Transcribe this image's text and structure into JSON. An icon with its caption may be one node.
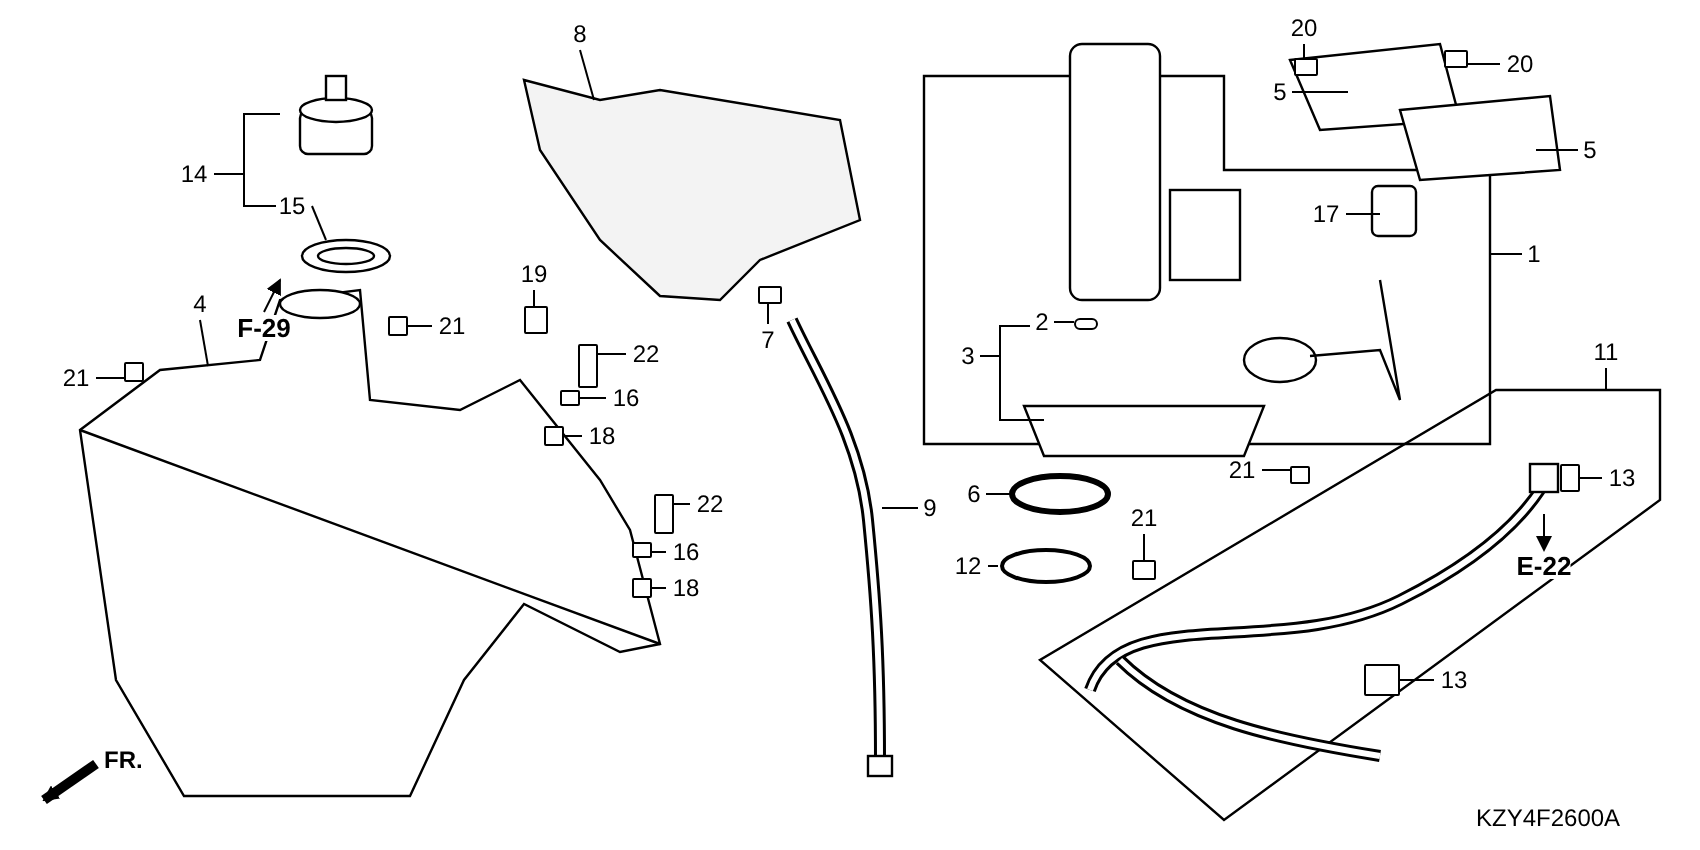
{
  "diagram": {
    "nodes": [
      {
        "text": [
          "8"
        ]
      },
      {
        "text": [
          "14"
        ]
      },
      {
        "text": [
          "15"
        ]
      },
      {
        "text": [
          "20"
        ]
      },
      {
        "text": [
          "20"
        ]
      },
      {
        "text": [
          "5"
        ]
      },
      {
        "text": [
          "5"
        ]
      },
      {
        "text": [
          "17"
        ]
      },
      {
        "text": [
          "1"
        ]
      },
      {
        "text": [
          "F-29"
        ]
      },
      {
        "text": [
          "19"
        ]
      },
      {
        "text": [
          "21"
        ]
      },
      {
        "text": [
          "4"
        ]
      },
      {
        "text": [
          "22"
        ]
      },
      {
        "text": [
          "16"
        ]
      },
      {
        "text": [
          "18"
        ]
      },
      {
        "text": [
          "7"
        ]
      },
      {
        "text": [
          "2"
        ]
      },
      {
        "text": [
          "3"
        ]
      },
      {
        "text": [
          "21"
        ]
      },
      {
        "text": [
          "11"
        ]
      },
      {
        "text": [
          "21"
        ]
      },
      {
        "text": [
          "13"
        ]
      },
      {
        "text": [
          "E-22"
        ]
      },
      {
        "text": [
          "6"
        ]
      },
      {
        "text": [
          "9"
        ]
      },
      {
        "text": [
          "22"
        ]
      },
      {
        "text": [
          "16"
        ]
      },
      {
        "text": [
          "18"
        ]
      },
      {
        "text": [
          "12"
        ]
      },
      {
        "text": [
          "21"
        ]
      },
      {
        "text": [
          "13"
        ]
      },
      {
        "text": [],
        "shape": "box"
      },
      {
        "text": [],
        "shape": "box"
      },
      {
        "text": [],
        "shape": "box"
      },
      {
        "text": [],
        "shape": "box"
      },
      {
        "text": [],
        "shape": "box"
      },
      {
        "text": [],
        "shape": "box"
      },
      {
        "text": [],
        "shape": "box"
      },
      {
        "text": [],
        "shape": "box"
      },
      {
        "text": [],
        "shape": "circle"
      },
      {
        "text": [],
        "shape": "box"
      },
      {
        "text": [],
        "shape": "box"
      },
      {
        "text": [],
        "shape": "box"
      },
      {
        "text": [],
        "shape": "box"
      },
      {
        "text": [],
        "shape": "box"
      },
      {
        "text": [],
        "shape": "box"
      },
      {
        "text": [],
        "shape": "box"
      },
      {
        "text": [],
        "shape": "box"
      }
    ],
    "edges": [
      {
        "from": 0,
        "to": null,
        "arrow": "none"
      },
      {
        "from": 1,
        "to": null,
        "arrow": "none"
      },
      {
        "from": 2,
        "to": null,
        "arrow": "none"
      },
      {
        "from": 3,
        "to": 32,
        "arrow": "none"
      },
      {
        "from": 4,
        "to": 33,
        "arrow": "none"
      },
      {
        "from": 5,
        "to": null,
        "arrow": "none"
      },
      {
        "from": 6,
        "to": null,
        "arrow": "none"
      },
      {
        "from": 7,
        "to": null,
        "arrow": "none"
      },
      {
        "from": 8,
        "to": null,
        "arrow": "none"
      },
      {
        "from": 9,
        "to": null,
        "arrow": "to"
      },
      {
        "from": 10,
        "to": 34,
        "arrow": "none"
      },
      {
        "from": 11,
        "to": 35,
        "arrow": "none"
      },
      {
        "from": 12,
        "to": null,
        "arrow": "none"
      },
      {
        "from": 13,
        "to": 36,
        "arrow": "none"
      },
      {
        "from": 14,
        "to": 37,
        "arrow": "none"
      },
      {
        "from": 15,
        "to": 38,
        "arrow": "none"
      },
      {
        "from": 16,
        "to": 39,
        "arrow": "none"
      },
      {
        "from": 17,
        "to": 40,
        "arrow": "none"
      },
      {
        "from": 18,
        "to": null,
        "arrow": "none"
      },
      {
        "from": 19,
        "to": 41,
        "arrow": "none"
      },
      {
        "from": 20,
        "to": null,
        "arrow": "none"
      },
      {
        "from": 21,
        "to": 42,
        "arrow": "none"
      },
      {
        "from": 22,
        "to": 43,
        "arrow": "none"
      },
      {
        "from": null,
        "to": 23,
        "arrow": "to"
      },
      {
        "from": 24,
        "to": null,
        "arrow": "none"
      },
      {
        "from": 25,
        "to": null,
        "arrow": "none"
      },
      {
        "from": 26,
        "to": 44,
        "arrow": "none"
      },
      {
        "from": 27,
        "to": 45,
        "arrow": "none"
      },
      {
        "from": 28,
        "to": 46,
        "arrow": "none"
      },
      {
        "from": 29,
        "to": null,
        "arrow": "none"
      },
      {
        "from": 30,
        "to": 47,
        "arrow": "none"
      },
      {
        "from": 31,
        "to": 48,
        "arrow": "none"
      }
    ],
    "labels": [
      "FR.",
      "KZY4F2600A"
    ]
  }
}
